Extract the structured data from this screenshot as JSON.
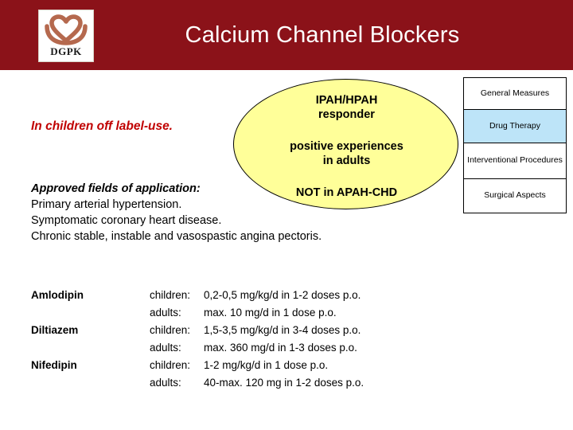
{
  "header": {
    "title": "Calcium Channel Blockers",
    "logo": {
      "icon": "heart-logo-icon",
      "text": "DGPK"
    },
    "band_color": "#8b1219"
  },
  "offlabel_note": {
    "text": "In children off label-use.",
    "color": "#c00000"
  },
  "ellipse": {
    "fill_color": "#ffff99",
    "lines": [
      "IPAH/HPAH",
      "responder",
      "positive experiences",
      "in adults",
      "NOT in APAH-CHD"
    ]
  },
  "nav": {
    "highlight_color": "#bde4f8",
    "items": [
      {
        "label": "General Measures",
        "selected": false
      },
      {
        "label": "Drug Therapy",
        "selected": true
      },
      {
        "label": "Interventional Procedures",
        "selected": false
      },
      {
        "label": "Surgical Aspects",
        "selected": false
      }
    ]
  },
  "approved": {
    "heading": "Approved fields of application:",
    "lines": [
      "Primary arterial hypertension.",
      "Symptomatic coronary heart disease.",
      "Chronic stable, instable and vasospastic angina pectoris."
    ]
  },
  "dosing": {
    "rows": [
      {
        "drug": "Amlodipin",
        "group": "children:",
        "dose": "0,2-0,5 mg/kg/d in 1-2 doses p.o."
      },
      {
        "drug": "",
        "group": "adults:",
        "dose": "max. 10 mg/d in 1 dose p.o."
      },
      {
        "drug": "Diltiazem",
        "group": "children:",
        "dose": "1,5-3,5 mg/kg/d in 3-4 doses p.o."
      },
      {
        "drug": "",
        "group": "adults:",
        "dose": "max. 360 mg/d in 1-3 doses p.o."
      },
      {
        "drug": "Nifedipin",
        "group": "children:",
        "dose": "1-2 mg/kg/d in 1 dose p.o."
      },
      {
        "drug": "",
        "group": "adults:",
        "dose": "40-max. 120 mg in 1-2 doses p.o."
      }
    ]
  }
}
